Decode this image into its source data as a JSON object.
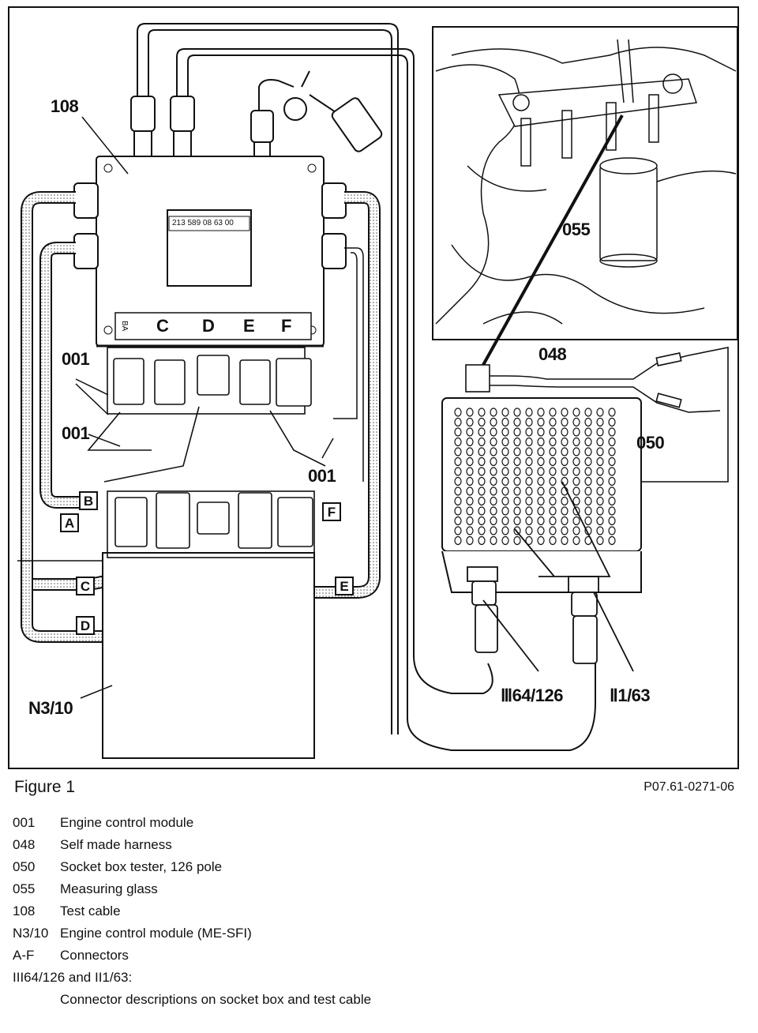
{
  "callouts": {
    "c108": "108",
    "c001_left": "001",
    "c001_left2": "001",
    "c001_right": "001",
    "c048": "048",
    "c050": "050",
    "c055": "055",
    "cn310": "N3/10",
    "cIII": "Ⅲ64/126",
    "cII": "Ⅱ1/63"
  },
  "part_number_label": "213 589 08 63 00",
  "connector_header": [
    "C",
    "D",
    "E",
    "F"
  ],
  "connector_header_small": "BA",
  "connector_tags": [
    "A",
    "B",
    "C",
    "D",
    "E",
    "F"
  ],
  "caption": {
    "title": "Figure 1",
    "code": "P07.61-0271-06"
  },
  "legend": [
    {
      "code": "001",
      "desc": "Engine control module"
    },
    {
      "code": "048",
      "desc": "Self made harness"
    },
    {
      "code": "050",
      "desc": "Socket box tester, 126 pole"
    },
    {
      "code": "055",
      "desc": "Measuring glass"
    },
    {
      "code": "108",
      "desc": "Test cable"
    },
    {
      "code": "N3/10",
      "desc": "Engine control module (ME-SFI)"
    },
    {
      "code": "A-F",
      "desc": "Connectors"
    }
  ],
  "legend_note": {
    "code": "III64/126 and II1/63:",
    "desc": "Connector descriptions on socket box and test cable"
  }
}
